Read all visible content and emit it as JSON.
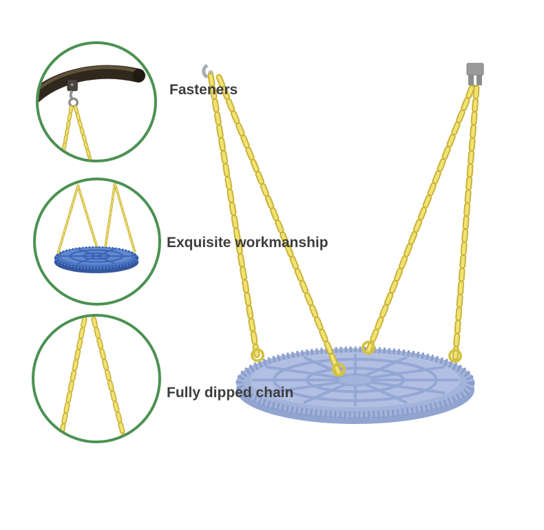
{
  "page": {
    "background": "#ffffff",
    "description_labels_present": 3
  },
  "callouts": [
    {
      "label": "Fasteners",
      "icon": "fastener-detail-icon"
    },
    {
      "label": "Exquisite workmanship",
      "icon": "swing-overview-icon"
    },
    {
      "label": "Fully dipped chain",
      "icon": "chain-detail-icon"
    }
  ],
  "colors": {
    "callout_border_green": "#4c9152",
    "label_text": "#3d3d3d",
    "chain_yellow_light": "#f1e372",
    "chain_yellow_dark": "#c9b23a",
    "seat_blue_light": "#b0bfe2",
    "seat_blue_mid": "#a3b4da",
    "seat_blue_shadow": "#92a5d0",
    "mini_seat_blue": "#4a74c4",
    "bar_dark_brown": "#30281d",
    "fastener_gray": "#9a9a9a"
  }
}
